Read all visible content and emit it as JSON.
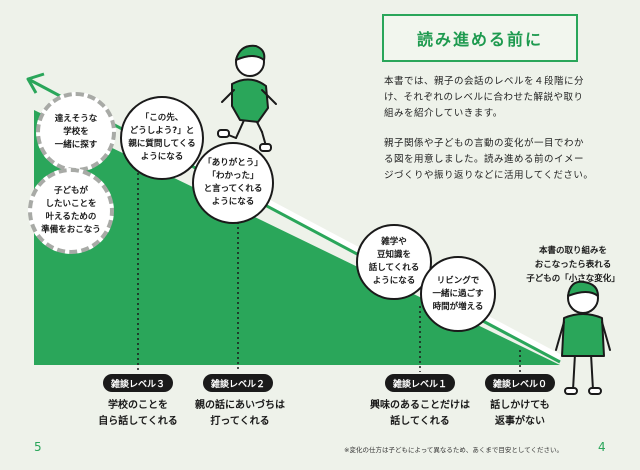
{
  "title": "読み進める前に",
  "intro": {
    "paragraph1": [
      "本書では、親子の会話のレベルを４段階に分",
      "け、それぞれのレベルに合わせた解説や取り",
      "組みを紹介していきます。"
    ],
    "paragraph2": [
      "親子関係や子どもの言動の変化が一目でわか",
      "る図を用意しました。読み進める前のイメー",
      "ジづくりや振り返りなどに活用してください。"
    ]
  },
  "bubbles": {
    "future_1": "達えそうな\n学校を\n一緒に探す",
    "future_2": "子どもが\nしたいことを\n叶えるための\n準備をおこなう",
    "level3_sign": "「この先、\nどうしよう?」と\n親に質問してくる\nようになる",
    "level2_sign": "「ありがとう」\n「わかった」\nと言ってくれる\nようになる",
    "level1_sign_a": "雑学や\n豆知識を\n話してくれる\nようになる",
    "level1_sign_b": "リビングで\n一緒に過ごす\n時間が増える"
  },
  "levels": [
    {
      "tag": "雑談レベル３",
      "desc": "学校のことを\n自ら話してくれる"
    },
    {
      "tag": "雑談レベル２",
      "desc": "親の話にあいづちは\n打ってくれる"
    },
    {
      "tag": "雑談レベル１",
      "desc": "興味のあることだけは\n話してくれる"
    },
    {
      "tag": "雑談レベル０",
      "desc": "話しかけても\n返事がない"
    }
  ],
  "side_note": "本書の取り組みを\nおこなったら表れる\n子どもの「小さな変化」",
  "pages": {
    "left": "5",
    "right": "4"
  },
  "footnote": "※変化の仕方は子どもによって異なるため、あくまで目安としてください。",
  "colors": {
    "green": "#2aa65a",
    "background": "#eef2ea",
    "ink": "#1a1a1a",
    "shirt": "#2aa65a",
    "dashed_border": "#a8aaa6"
  }
}
